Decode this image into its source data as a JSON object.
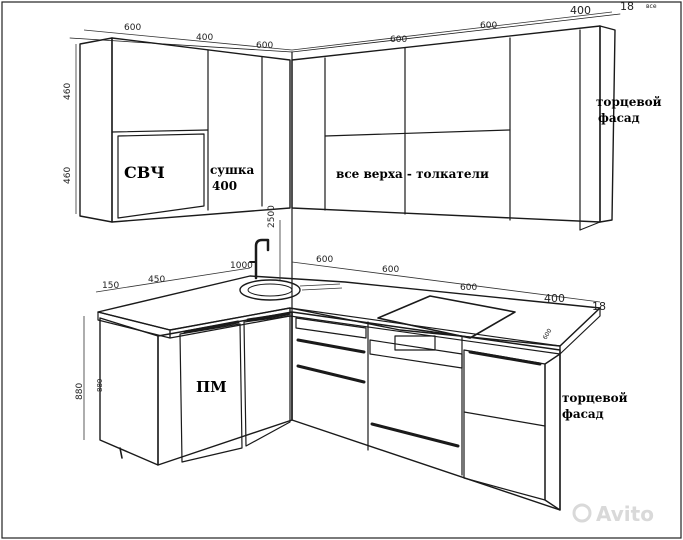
{
  "labels": {
    "microwave": "СВЧ",
    "dryer_line1": "сушка",
    "dryer_line2": "400",
    "uppers_note": "все верха - толкатели",
    "end_panel_top_1": "торцевой",
    "end_panel_top_2": "фасад",
    "end_panel_bottom_1": "торцевой",
    "end_panel_bottom_2": "фасад",
    "dishwasher": "ПМ"
  },
  "dimensions": {
    "top_600_left": "600",
    "top_400_left": "400",
    "top_600_corner": "600",
    "top_600_right_a": "600",
    "top_600_right_b": "600",
    "top_400_right": "400",
    "top_18": "18",
    "height_460_upper": "460",
    "height_460_lower": "460",
    "height_2500": "2500",
    "bottom_1000": "1000",
    "bottom_150": "150",
    "bottom_450": "450",
    "bottom_600_a": "600",
    "bottom_600_b": "600",
    "bottom_600_c": "600",
    "bottom_400": "400",
    "bottom_18": "18",
    "height_880": "880",
    "depth_600": "600",
    "top_corner_tag": "все"
  },
  "watermark": {
    "text": "Avito"
  }
}
